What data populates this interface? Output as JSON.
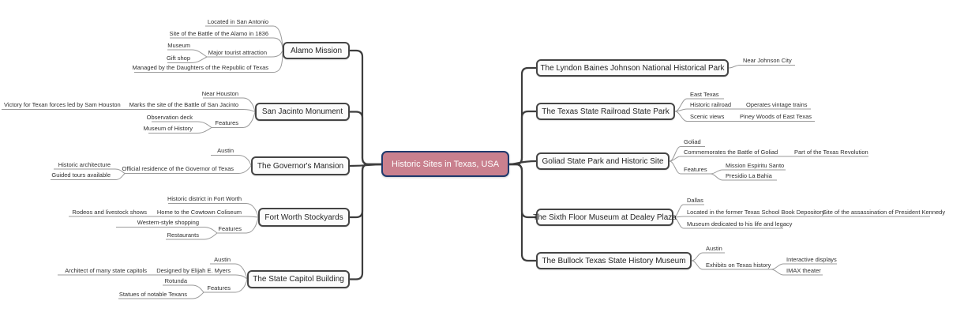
{
  "diagram": {
    "type": "mindmap"
  },
  "central": {
    "label": "Historic Sites in Texas, USA",
    "fill_color": "#c9808e",
    "border_color": "#1e3a6d",
    "text_color": "#ffffff"
  },
  "branches": [
    {
      "label": "Alamo Mission",
      "side": "left",
      "children": [
        {
          "label": "Located in San Antonio",
          "children": []
        },
        {
          "label": "Site of the Battle of the Alamo in 1836",
          "children": []
        },
        {
          "label": "Major tourist attraction",
          "children": [
            {
              "label": "Museum",
              "children": []
            },
            {
              "label": "Gift shop",
              "children": []
            }
          ]
        },
        {
          "label": "Managed by the Daughters of the Republic of Texas",
          "children": []
        }
      ]
    },
    {
      "label": "San Jacinto Monument",
      "side": "left",
      "children": [
        {
          "label": "Near Houston",
          "children": []
        },
        {
          "label": "Marks the site of the Battle of San Jacinto",
          "children": [
            {
              "label": "Victory for Texan forces led by Sam Houston",
              "children": []
            }
          ]
        },
        {
          "label": "Features",
          "children": [
            {
              "label": "Observation deck",
              "children": []
            },
            {
              "label": "Museum of History",
              "children": []
            }
          ]
        }
      ]
    },
    {
      "label": "The Governor's Mansion",
      "side": "left",
      "children": [
        {
          "label": "Austin",
          "children": []
        },
        {
          "label": "Official residence of the Governor of Texas",
          "children": [
            {
              "label": "Historic architecture",
              "children": []
            },
            {
              "label": "Guided tours available",
              "children": []
            }
          ]
        }
      ]
    },
    {
      "label": "Fort Worth Stockyards",
      "side": "left",
      "children": [
        {
          "label": "Historic district in Fort Worth",
          "children": []
        },
        {
          "label": "Home to the Cowtown Coliseum",
          "children": [
            {
              "label": "Rodeos and livestock shows",
              "children": []
            }
          ]
        },
        {
          "label": "Features",
          "children": [
            {
              "label": "Western-style shopping",
              "children": []
            },
            {
              "label": "Restaurants",
              "children": []
            }
          ]
        }
      ]
    },
    {
      "label": "The State Capitol Building",
      "side": "left",
      "children": [
        {
          "label": "Austin",
          "children": []
        },
        {
          "label": "Designed by Elijah E. Myers",
          "children": [
            {
              "label": "Architect of many state capitols",
              "children": []
            }
          ]
        },
        {
          "label": "Features",
          "children": [
            {
              "label": "Rotunda",
              "children": []
            },
            {
              "label": "Statues of notable Texans",
              "children": []
            }
          ]
        }
      ]
    },
    {
      "label": "The Lyndon Baines Johnson National Historical Park",
      "side": "right",
      "children": [
        {
          "label": "Near Johnson City",
          "children": []
        }
      ]
    },
    {
      "label": "The Texas State Railroad State Park",
      "side": "right",
      "children": [
        {
          "label": "East Texas",
          "children": []
        },
        {
          "label": "Historic railroad",
          "children": [
            {
              "label": "Operates vintage trains",
              "children": []
            }
          ]
        },
        {
          "label": "Scenic views",
          "children": [
            {
              "label": "Piney Woods of East Texas",
              "children": []
            }
          ]
        }
      ]
    },
    {
      "label": "Goliad State Park and Historic Site",
      "side": "right",
      "children": [
        {
          "label": "Goliad",
          "children": []
        },
        {
          "label": "Commemorates the Battle of Goliad",
          "children": [
            {
              "label": "Part of the Texas Revolution",
              "children": []
            }
          ]
        },
        {
          "label": "Features",
          "children": [
            {
              "label": "Mission Espiritu Santo",
              "children": []
            },
            {
              "label": "Presidio La Bahia",
              "children": []
            }
          ]
        }
      ]
    },
    {
      "label": "The Sixth Floor Museum at Dealey Plaza",
      "side": "right",
      "children": [
        {
          "label": "Dallas",
          "children": []
        },
        {
          "label": "Located in the former Texas School Book Depository",
          "children": [
            {
              "label": "Site of the assassination of President Kennedy",
              "children": []
            }
          ]
        },
        {
          "label": "Museum dedicated to his life and legacy",
          "children": []
        }
      ]
    },
    {
      "label": "The Bullock Texas State History Museum",
      "side": "right",
      "children": [
        {
          "label": "Austin",
          "children": []
        },
        {
          "label": "Exhibits on Texas history",
          "children": [
            {
              "label": "Interactive displays",
              "children": []
            },
            {
              "label": "IMAX theater",
              "children": []
            }
          ]
        }
      ]
    }
  ]
}
